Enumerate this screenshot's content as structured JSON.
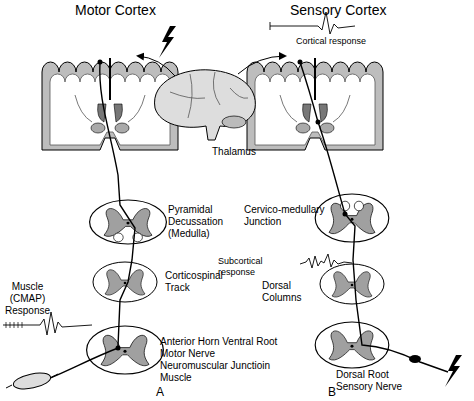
{
  "diagram": {
    "labels": [
      "Motor Cortex",
      "Sensory Cortex",
      "Cortical response",
      "Thalamus",
      "Pyramidal Decussation (Medulla)",
      "Cervico-medullary Junction",
      "Subcortical response",
      "Muscle (CMAP) Response",
      "Corticospinal Track",
      "Dorsal Columns",
      "Anterior Horn Ventral Root Motor Nerve Neuromuscular Junctioin Muscle",
      "Dorsal Root Sensory Nerve",
      "A",
      "B"
    ]
  }
}
